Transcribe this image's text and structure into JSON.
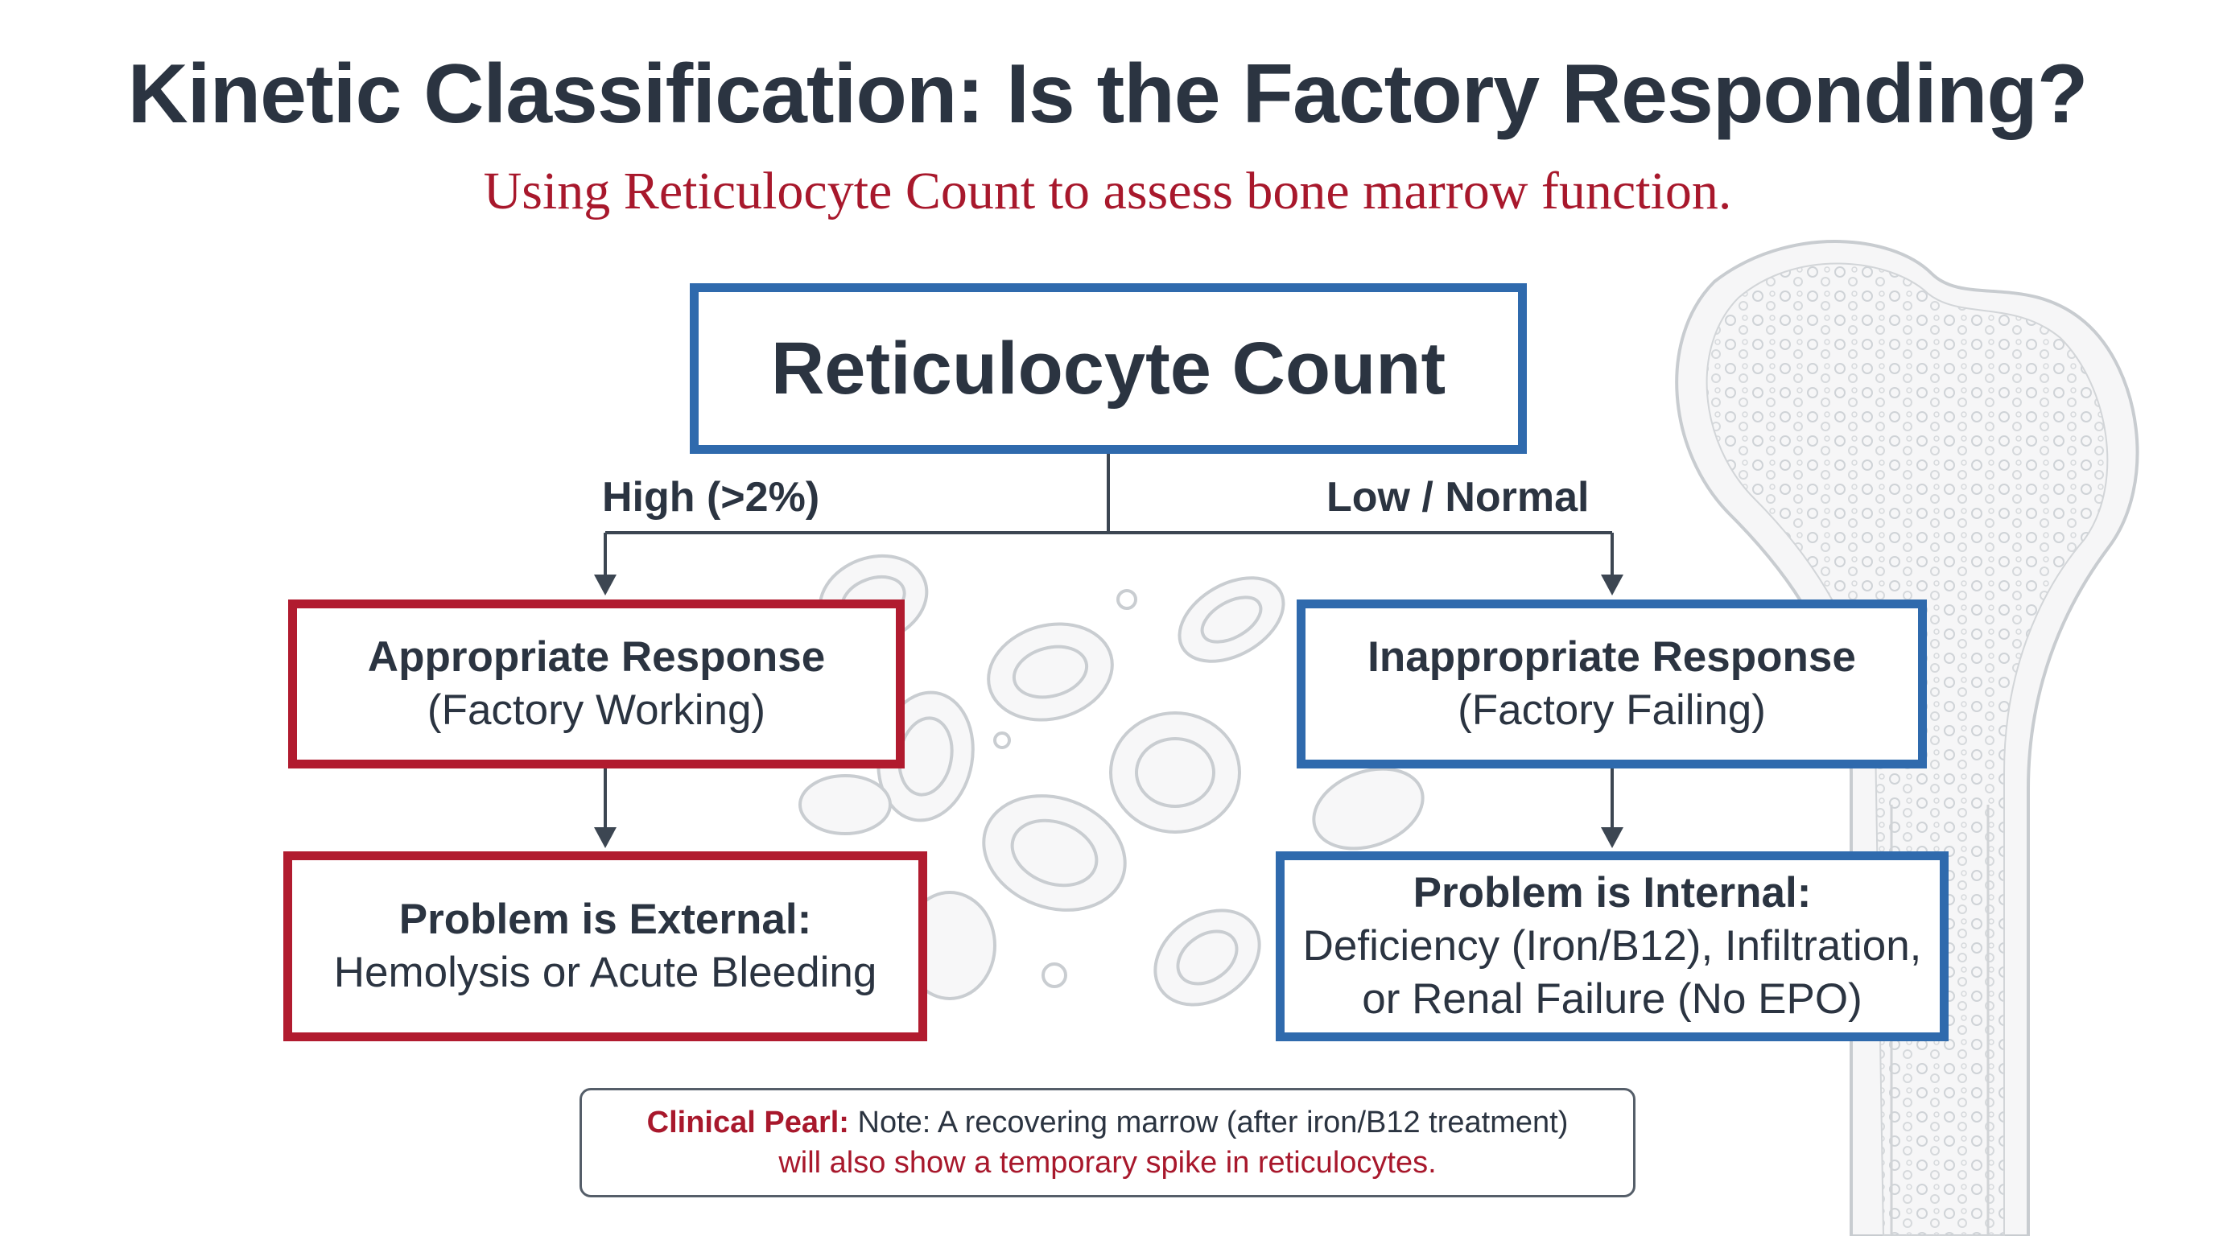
{
  "title": "Kinetic Classification: Is the Factory Responding?",
  "subtitle": "Using Reticulocyte Count to assess bone marrow function.",
  "root": {
    "label": "Reticulocyte Count"
  },
  "branches": {
    "high": {
      "label": "High (>2%)",
      "response": {
        "title": "Appropriate Response",
        "detail": "(Factory Working)"
      },
      "problem": {
        "title": "Problem is External:",
        "detail": "Hemolysis or Acute Bleeding"
      }
    },
    "low": {
      "label": "Low / Normal",
      "response": {
        "title": "Inappropriate Response",
        "detail": "(Factory Failing)"
      },
      "problem": {
        "title": "Problem is Internal:",
        "detail_line1": "Deficiency (Iron/B12), Infiltration,",
        "detail_line2": "or Renal Failure (No EPO)"
      }
    }
  },
  "pearl": {
    "heading": "Clinical Pearl:",
    "line1": "Note: A recovering marrow (after iron/B12 treatment)",
    "line2": "will also show a temporary spike in reticulocytes."
  },
  "colors": {
    "blue": "#2f6aad",
    "red": "#b11b2f",
    "text": "#2b3441",
    "subtitle": "#a8182c"
  },
  "icons": [
    "bone-marrow-illustration",
    "red-blood-cell-icon"
  ]
}
